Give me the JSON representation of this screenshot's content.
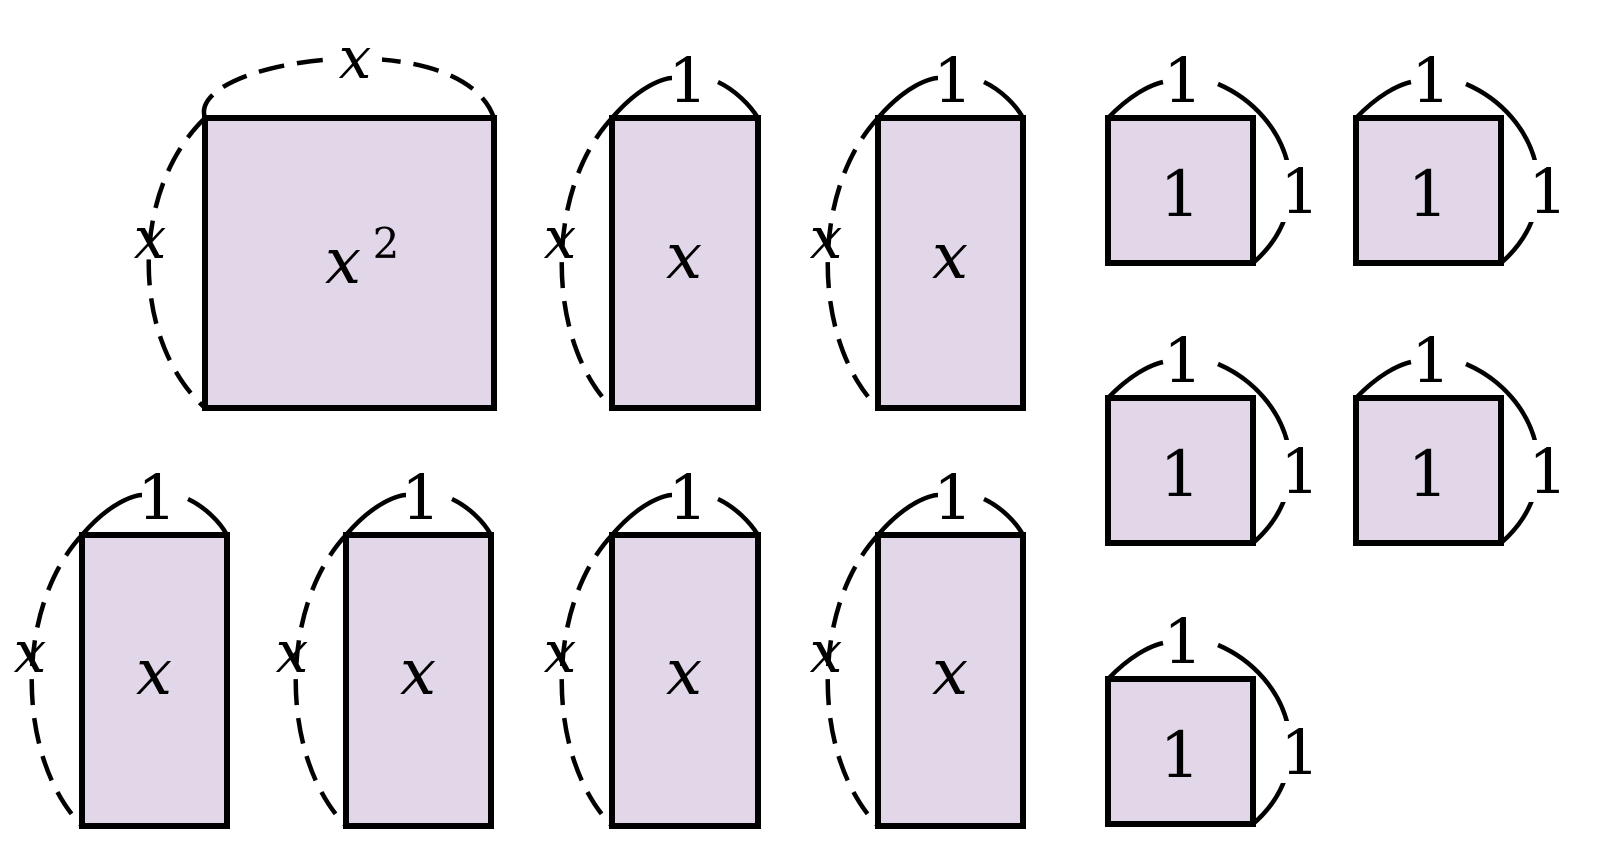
{
  "tiles": [
    {
      "kind": "x2",
      "area": "x",
      "area_sup": "2",
      "side_top": "x",
      "side_left": "x"
    },
    {
      "kind": "x",
      "area": "x",
      "side_top": "1",
      "side_left": "x"
    },
    {
      "kind": "x",
      "area": "x",
      "side_top": "1",
      "side_left": "x"
    },
    {
      "kind": "x",
      "area": "x",
      "side_top": "1",
      "side_left": "x"
    },
    {
      "kind": "x",
      "area": "x",
      "side_top": "1",
      "side_left": "x"
    },
    {
      "kind": "x",
      "area": "x",
      "side_top": "1",
      "side_left": "x"
    },
    {
      "kind": "x",
      "area": "x",
      "side_top": "1",
      "side_left": "x"
    },
    {
      "kind": "unit",
      "area": "1",
      "side_top": "1",
      "side_right": "1"
    },
    {
      "kind": "unit",
      "area": "1",
      "side_top": "1",
      "side_right": "1"
    },
    {
      "kind": "unit",
      "area": "1",
      "side_top": "1",
      "side_right": "1"
    },
    {
      "kind": "unit",
      "area": "1",
      "side_top": "1",
      "side_right": "1"
    },
    {
      "kind": "unit",
      "area": "1",
      "side_top": "1",
      "side_right": "1"
    }
  ],
  "colors": {
    "tile_fill": "#e1d7e9",
    "outline": "#000000"
  }
}
